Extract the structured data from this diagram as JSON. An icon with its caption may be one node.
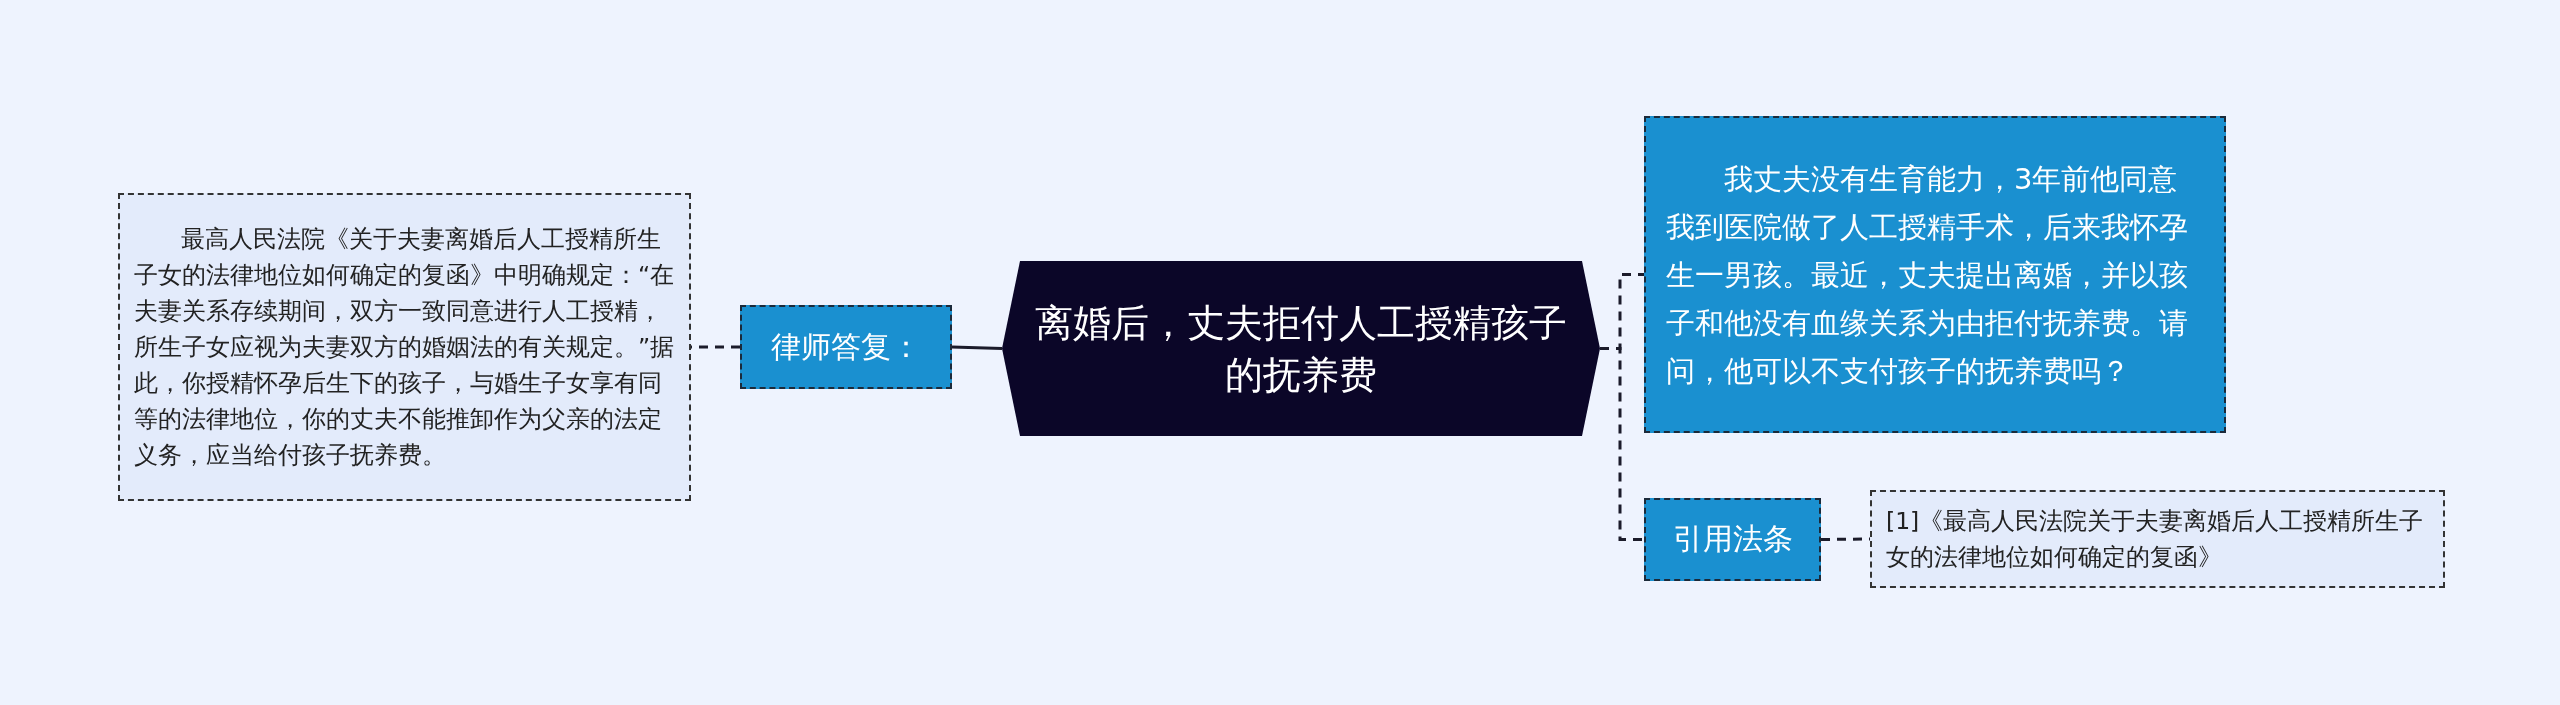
{
  "diagram": {
    "nodes": [
      {
        "text": [
          "离婚后，丈夫拒付人工授精孩子的抚养费"
        ]
      },
      {
        "text": [
          "律师答复："
        ]
      },
      {
        "text": [
          "最高人民法院《关于夫妻离婚后人工授精所生子女的法律地位如何确定的复函》中明确规定：“在夫妻关系存续期间，双方一致同意进行人工授精，所生子女应视为夫妻双方的婚姻法的有关规定。”据此，你授精怀孕后生下的孩子，与婚生子女享有同等的法律地位，你的丈夫不能推卸作为父亲的法定义务，应当给付孩子抚养费。"
        ]
      },
      {
        "text": [
          "我丈夫没有生育能力，3年前他同意我到医院做了人工授精手术，后来我怀孕生一男孩。最近，丈夫提出离婚，并以孩子和他没有血缘关系为由拒付抚养费。请问，他可以不支付孩子的抚养费吗？"
        ]
      },
      {
        "text": [
          "引用法条"
        ]
      },
      {
        "text": [
          "[1]《最高人民法院关于夫妻离婚后人工授精所生子女的法律地位如何确定的复函》"
        ]
      }
    ],
    "edges": [
      {
        "from": 0,
        "to": 1,
        "arrow": "none"
      },
      {
        "from": 1,
        "to": 2,
        "arrow": "none",
        "style": "dashed"
      },
      {
        "from": 0,
        "to": 3,
        "arrow": "none",
        "style": "dashed"
      },
      {
        "from": 0,
        "to": 4,
        "arrow": "none",
        "style": "dashed"
      },
      {
        "from": 4,
        "to": 5,
        "arrow": "none",
        "style": "dashed"
      }
    ]
  }
}
